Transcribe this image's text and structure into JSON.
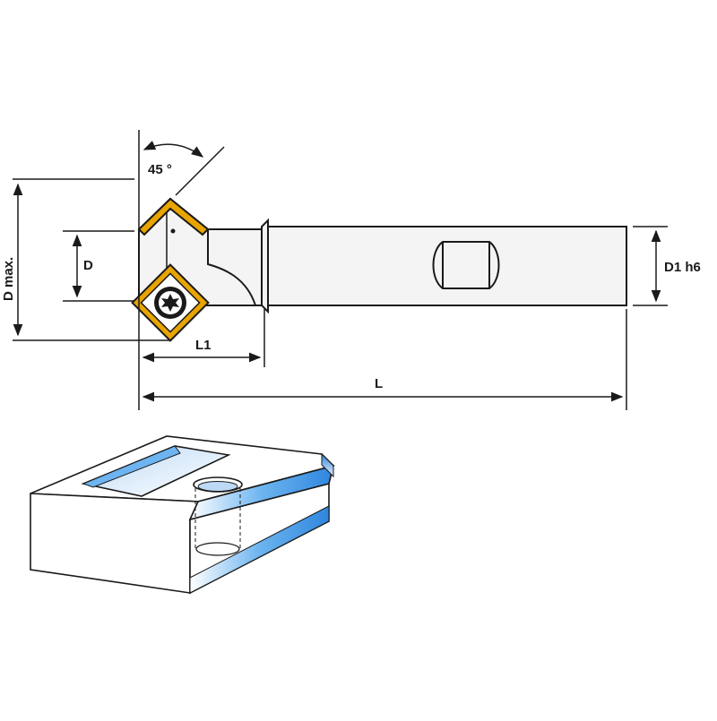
{
  "drawing": {
    "angle_label": "45 °",
    "dmax_label": "D max.",
    "d_label": "D",
    "l1_label": "L1",
    "l_label": "L",
    "d1_label": "D1 h6"
  },
  "colors": {
    "line": "#1a1a1a",
    "insert_gold": "#e8a400",
    "body_fill": "#f4f4f4",
    "accent_blue": "#3f97e6"
  }
}
